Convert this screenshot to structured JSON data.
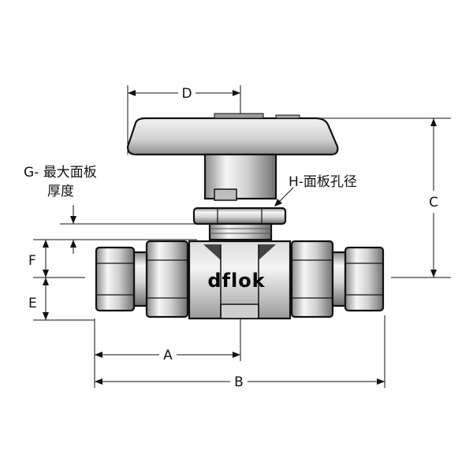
{
  "labels": {
    "A": "A",
    "B": "B",
    "C": "C",
    "D": "D",
    "E": "E",
    "F": "F",
    "G_line1": "G- 最大面板",
    "G_line2": "厚度",
    "H": "H-面板孔径"
  },
  "brand": "dflok",
  "colors": {
    "metal_light": "#f4f4f4",
    "metal_mid": "#c9c9c9",
    "metal_dark": "#7d7d7d",
    "outline": "#111111"
  }
}
